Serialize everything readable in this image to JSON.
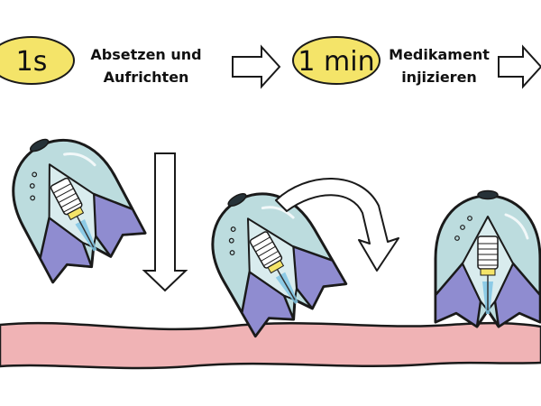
{
  "timeline": {
    "step1": {
      "time": "1s",
      "line1": "Absetzen und",
      "line2": "Aufrichten"
    },
    "step2": {
      "time": "1 min",
      "line1": "Medikament",
      "line2": "injizieren"
    }
  },
  "colors": {
    "badge": "#f4e469",
    "skin": "#f0b3b5",
    "dome": "#bcdcde",
    "flap": "#8f8cd0",
    "outline": "#1a1a1a"
  },
  "icons": {
    "arrow": "hollow-right-arrow",
    "down": "hollow-down-arrow",
    "rotate": "curved-rotate-arrow"
  }
}
